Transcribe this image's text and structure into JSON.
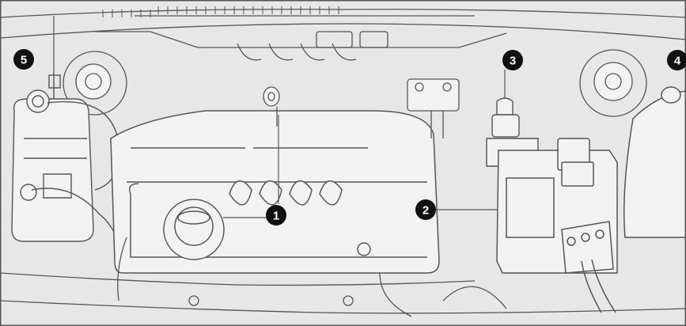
{
  "colors": {
    "background": "#e7e7e7",
    "line": "#555555",
    "fill_light": "#f2f2f2",
    "callout": "#111111",
    "callout_text": "#ffffff"
  },
  "callouts": [
    {
      "label": "1",
      "part": "engine-oil-filler-cap"
    },
    {
      "label": "2",
      "part": "battery"
    },
    {
      "label": "3",
      "part": "brake-fluid-reservoir"
    },
    {
      "label": "4",
      "part": "fuse-relay-box"
    },
    {
      "label": "5",
      "part": "coolant-reservoir"
    }
  ]
}
